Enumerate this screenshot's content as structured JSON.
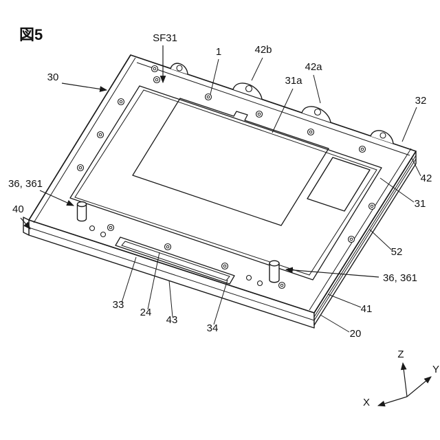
{
  "figure": {
    "title": "図5",
    "labels": {
      "sf31": "SF31",
      "n1": "1",
      "n42b": "42b",
      "n42a": "42a",
      "n31a": "31a",
      "n32": "32",
      "n42": "42",
      "n31": "31",
      "n52": "52",
      "n36_361_right": "36, 361",
      "n41": "41",
      "n20": "20",
      "n34": "34",
      "n43": "43",
      "n24": "24",
      "n33": "33",
      "n40": "40",
      "n36_361_left": "36, 361",
      "n30": "30"
    },
    "axes": {
      "x": "X",
      "y": "Y",
      "z": "Z"
    },
    "style": {
      "line_color": "#1a1a1a",
      "background": "#ffffff"
    }
  }
}
